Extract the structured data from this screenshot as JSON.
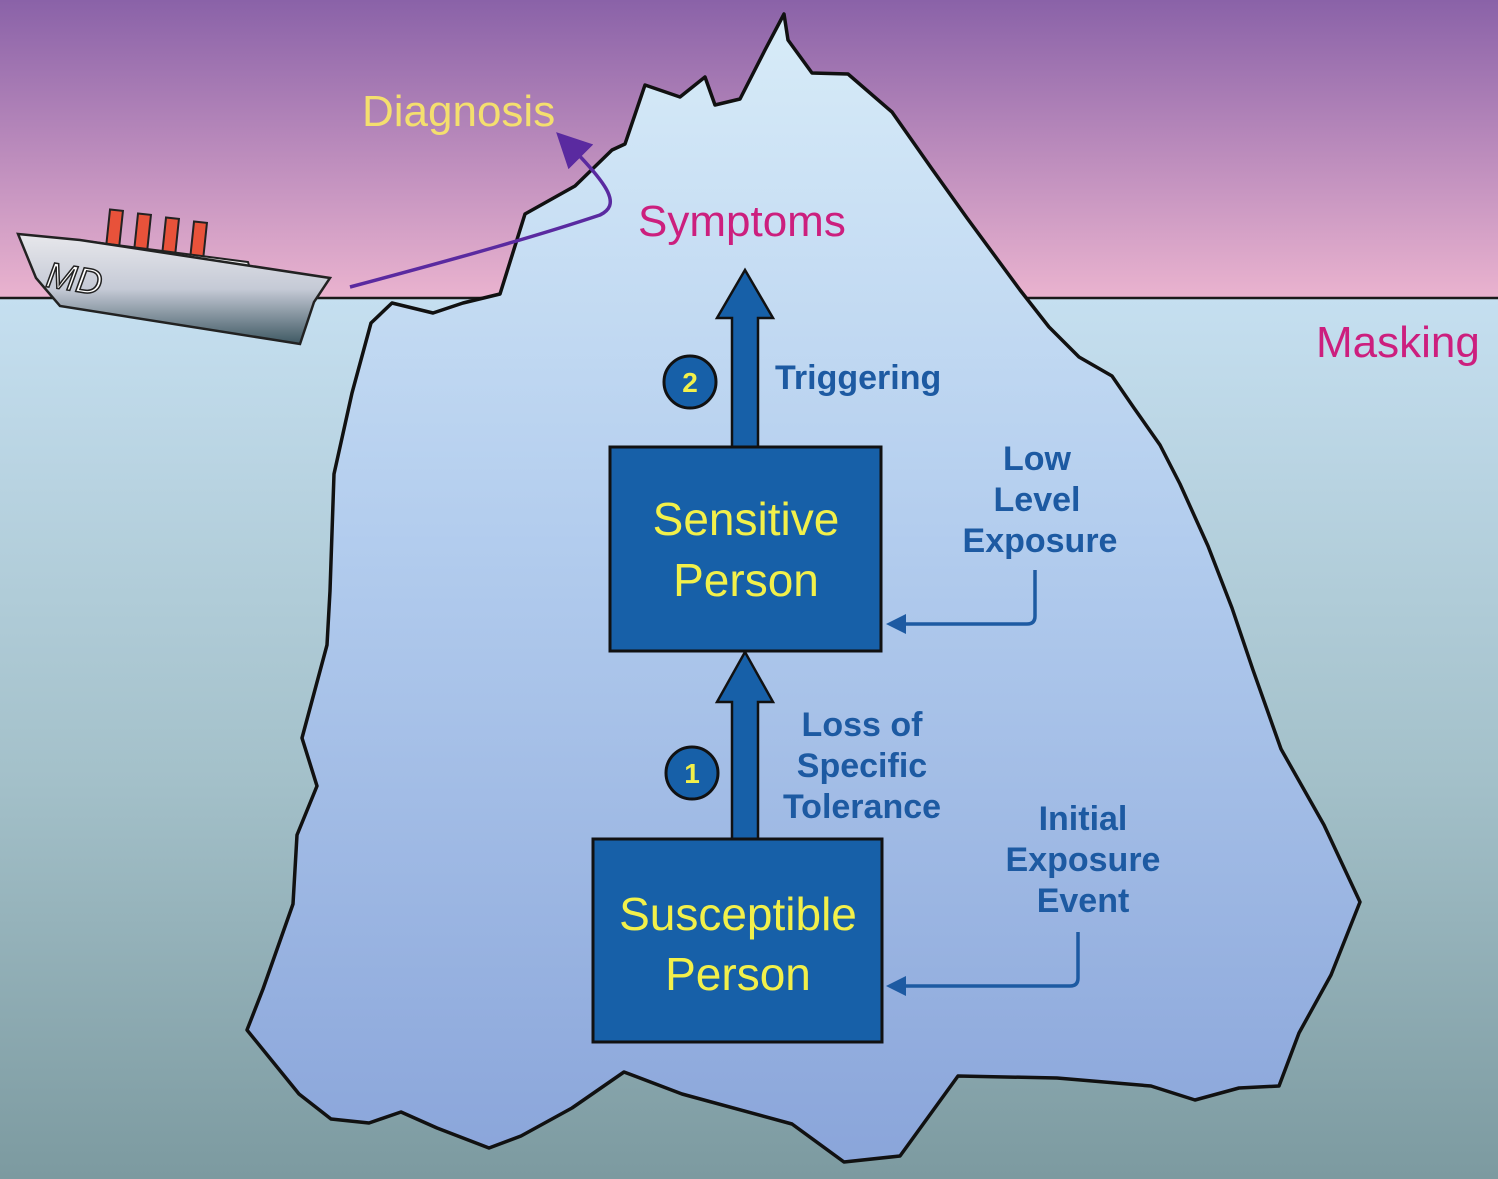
{
  "labels": {
    "diagnosis": "Diagnosis",
    "symptoms": "Symptoms",
    "masking": "Masking",
    "ship": "MD",
    "triggering": "Triggering",
    "sensitive_line1": "Sensitive",
    "sensitive_line2": "Person",
    "susceptible_line1": "Susceptible",
    "susceptible_line2": "Person",
    "low_level_1": "Low",
    "low_level_2": "Level",
    "low_level_3": "Exposure",
    "loss_1": "Loss of",
    "loss_2": "Specific",
    "loss_3": "Tolerance",
    "initial_1": "Initial",
    "initial_2": "Exposure",
    "initial_3": "Event",
    "step1": "1",
    "step2": "2"
  },
  "colors": {
    "box_fill": "#1760a8",
    "box_text": "#f2f04a",
    "label_blue": "#1d5aa2",
    "label_magenta": "#cc1f7e",
    "diagnosis_text": "#f4df6e",
    "iceberg_top": "#cfe6f6",
    "iceberg_bottom": "#8ea8dc",
    "sky_top": "#8a62a8",
    "sky_bottom": "#eab3cf",
    "water_top": "#c5dff0",
    "water_bottom": "#7c9aa0",
    "path_arrow": "#5a2aa0"
  },
  "icons": {
    "ship": "ship-icon",
    "iceberg": "iceberg-shape"
  }
}
